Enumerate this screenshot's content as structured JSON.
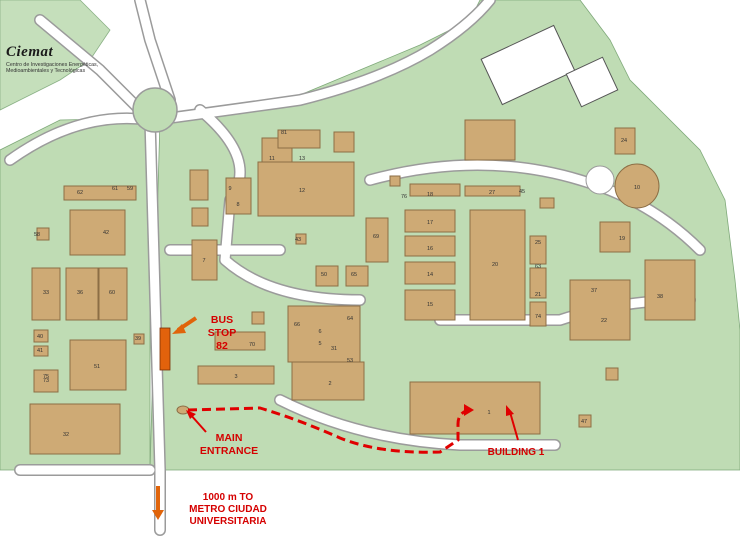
{
  "logo": {
    "name": "Ciemat",
    "subtitle": "Centro de Investigaciones Energéticas, Medioambientales y Tecnológicas"
  },
  "labels": {
    "bus_stop": [
      "BUS",
      "STOP",
      "82"
    ],
    "main_entrance": [
      "MAIN",
      "ENTRANCE"
    ],
    "building_1": "BUILDING 1",
    "metro": [
      "1000 m TO",
      "METRO CIUDAD",
      "UNIVERSITARIA"
    ]
  },
  "colors": {
    "background": "#ffffff",
    "grounds": "#bfdcb4",
    "building": "#ceaa75",
    "building_outline": "#8c6e45",
    "road": "#ffffff",
    "road_edge": "#9b9b9b",
    "route": "#e00000",
    "arrow_orange": "#e0640a",
    "bus_stop_marker": "#e2620c"
  },
  "building_numbers": [
    "1",
    "2",
    "3",
    "5",
    "6",
    "7",
    "8",
    "9",
    "10",
    "11",
    "12",
    "13",
    "14",
    "15",
    "16",
    "17",
    "18",
    "19",
    "20",
    "21",
    "22",
    "24",
    "25",
    "27",
    "31",
    "32",
    "33",
    "36",
    "37",
    "38",
    "39",
    "40",
    "41",
    "42",
    "43",
    "45",
    "47",
    "50",
    "51",
    "53",
    "58",
    "59",
    "60",
    "61",
    "62",
    "63",
    "64",
    "65",
    "66",
    "69",
    "70",
    "73",
    "74",
    "75",
    "76",
    "81"
  ]
}
